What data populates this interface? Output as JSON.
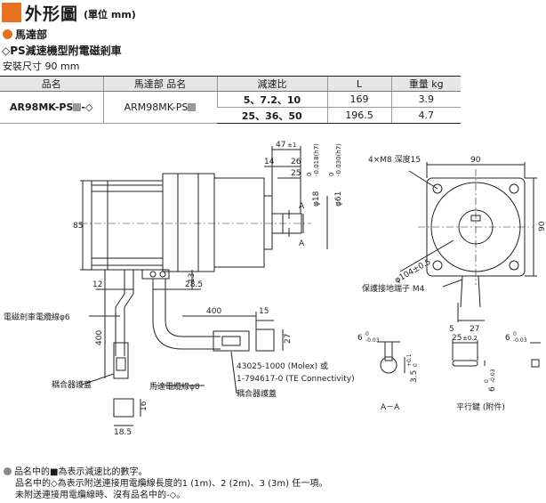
{
  "header": {
    "title": "外形圖",
    "unit": "(單位 mm)",
    "accent": "#e8711f"
  },
  "section": {
    "title": "馬達部"
  },
  "subtitle": {
    "diamond": "◇",
    "prefix": "PS",
    "rest": "減速機型附電磁剎車"
  },
  "size_line": "安裝尺寸 90 mm",
  "table": {
    "headers": [
      "品名",
      "馬達部 品名",
      "減速比",
      "L",
      "重量 kg"
    ],
    "product_prefix": "AR98MK-PS",
    "product_suffix": "-◇",
    "motor_prefix": "ARM98MK-PS",
    "rows": [
      {
        "ratio": "5、7.2、10",
        "L": "169",
        "weight": "3.9"
      },
      {
        "ratio": "25、36、50",
        "L": "196.5",
        "weight": "4.7"
      }
    ]
  },
  "drawing": {
    "side": {
      "d47": "47",
      "d47tol": "±1",
      "d14": "14",
      "d26": "26",
      "d25": "25",
      "d18": "φ18",
      "d18tol_top": "0",
      "d18tol_bot": "-0.018(h7)",
      "d61": "φ61",
      "d61tol_top": "0",
      "d61tol_bot": "-0.030(h7)",
      "h85": "85",
      "d12": "12",
      "d13": "13",
      "d285": "28.5",
      "sectionA": "A",
      "brake_cable": "電磁剎車電纜線φ6",
      "v400": "400",
      "h400": "400",
      "d15": "15",
      "d27": "27",
      "coupler_cover": "耦合器護蓋",
      "motor_cable": "馬達電纜線φ8",
      "conn1": "43025-1000 (Molex) 或",
      "conn2": "1-794617-0 (TE Connectivity)",
      "coupler_cover2": "耦合器護蓋",
      "d16": "16",
      "d185": "18.5"
    },
    "front": {
      "holes": "4×M8 深度15",
      "w90": "90",
      "h90": "90",
      "pcd": "φ104±0.5",
      "terminal": "保護接地端子 M4",
      "d5": "5",
      "d27": "27"
    },
    "detail": {
      "key6": "6",
      "key6tol_top": "0",
      "key6tol_bot": "-0.03",
      "d35": "3.5",
      "d35tol_top": "+0.1",
      "d35tol_bot": "0",
      "aa": "A－A",
      "d25": "25",
      "d25tol": "±0.2",
      "key6b": "6",
      "key6btol_top": "0",
      "key6btol_bot": "-0.03",
      "k6": "6",
      "k6tol_top": "0",
      "k6tol_bot": "-0.03",
      "key_label": "平行鍵 (附件)"
    }
  },
  "notes": [
    "品名中的■為表示減速比的數字。",
    "品名中的◇為表示附送連接用電纜線長度的1 (1m)、2 (2m)、3 (3m) 任一項。",
    "未附送連接用電纜線時、沒有品名中的-◇。"
  ]
}
